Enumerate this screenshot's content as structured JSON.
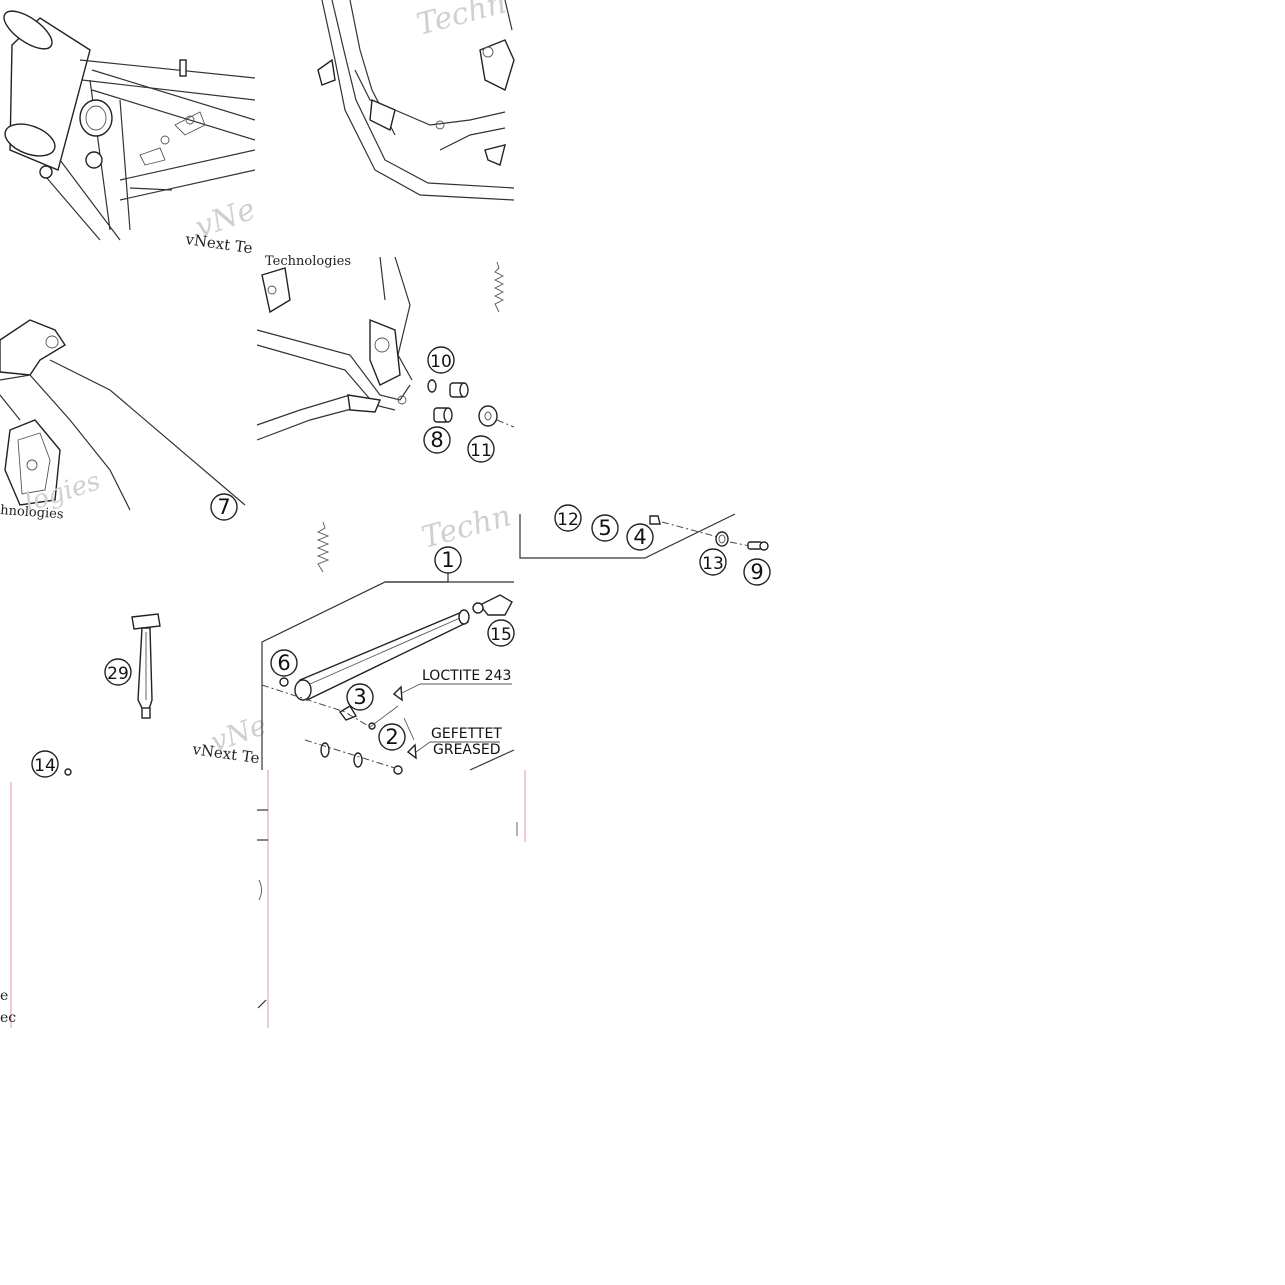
{
  "watermark": {
    "brand": "Techn",
    "credit": "vNext Te",
    "credit_full": "Technologies",
    "credit_small": "hnologies",
    "logies": "logies",
    "vn": "vNe"
  },
  "callouts": [
    {
      "id": "c1",
      "label": "1"
    },
    {
      "id": "c2",
      "label": "2"
    },
    {
      "id": "c3",
      "label": "3"
    },
    {
      "id": "c4",
      "label": "4"
    },
    {
      "id": "c5",
      "label": "5"
    },
    {
      "id": "c6",
      "label": "6"
    },
    {
      "id": "c7",
      "label": "7"
    },
    {
      "id": "c8",
      "label": "8"
    },
    {
      "id": "c9",
      "label": "9"
    },
    {
      "id": "c10",
      "label": "10"
    },
    {
      "id": "c11",
      "label": "11"
    },
    {
      "id": "c12",
      "label": "12"
    },
    {
      "id": "c13",
      "label": "13"
    },
    {
      "id": "c14",
      "label": "14"
    },
    {
      "id": "c15",
      "label": "15"
    },
    {
      "id": "c29",
      "label": "29"
    }
  ],
  "notes": {
    "loctite": "LOCTITE 243",
    "greased_de": "GEFETTET",
    "greased_en": "GREASED"
  }
}
